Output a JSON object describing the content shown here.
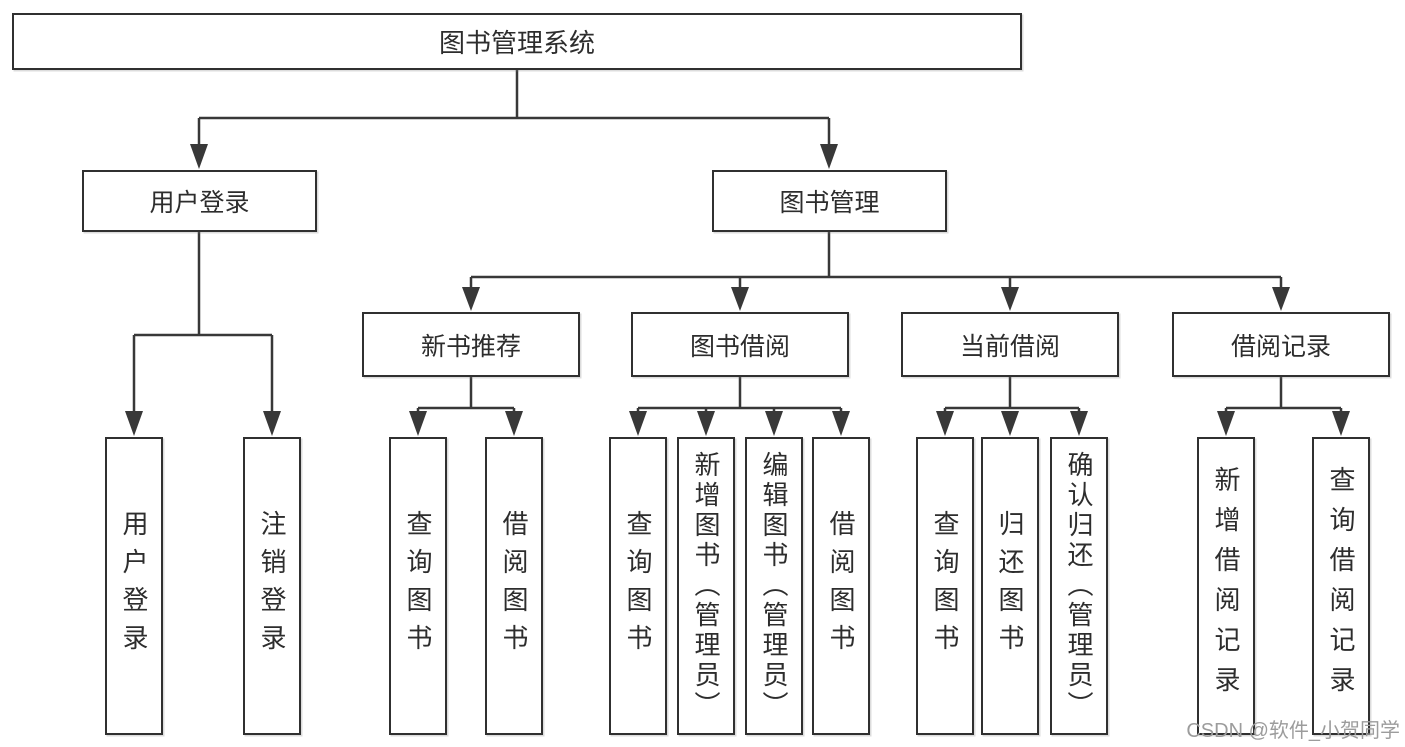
{
  "theme": {
    "background": "#ffffff",
    "line": "#383838",
    "border": "#303030",
    "text": "#2d2d2d",
    "watermark": "#9c9c9c"
  },
  "diagram": {
    "root": {
      "label": "图书管理系统",
      "children": [
        {
          "label": "用户登录",
          "children": [
            {
              "label": "用户登录"
            },
            {
              "label": "注销登录"
            }
          ]
        },
        {
          "label": "图书管理",
          "children": [
            {
              "label": "新书推荐",
              "children": [
                {
                  "label": "查询图书"
                },
                {
                  "label": "借阅图书"
                }
              ]
            },
            {
              "label": "图书借阅",
              "children": [
                {
                  "label": "查询图书"
                },
                {
                  "label": "新增图书（管理员）"
                },
                {
                  "label": "编辑图书（管理员）"
                },
                {
                  "label": "借阅图书"
                }
              ]
            },
            {
              "label": "当前借阅",
              "children": [
                {
                  "label": "查询图书"
                },
                {
                  "label": "归还图书"
                },
                {
                  "label": "确认归还（管理员）"
                }
              ]
            },
            {
              "label": "借阅记录",
              "children": [
                {
                  "label": "新增借阅记录"
                },
                {
                  "label": "查询借阅记录"
                }
              ]
            }
          ]
        }
      ]
    }
  },
  "watermark": {
    "text": "CSDN @软件_小贺同学"
  }
}
